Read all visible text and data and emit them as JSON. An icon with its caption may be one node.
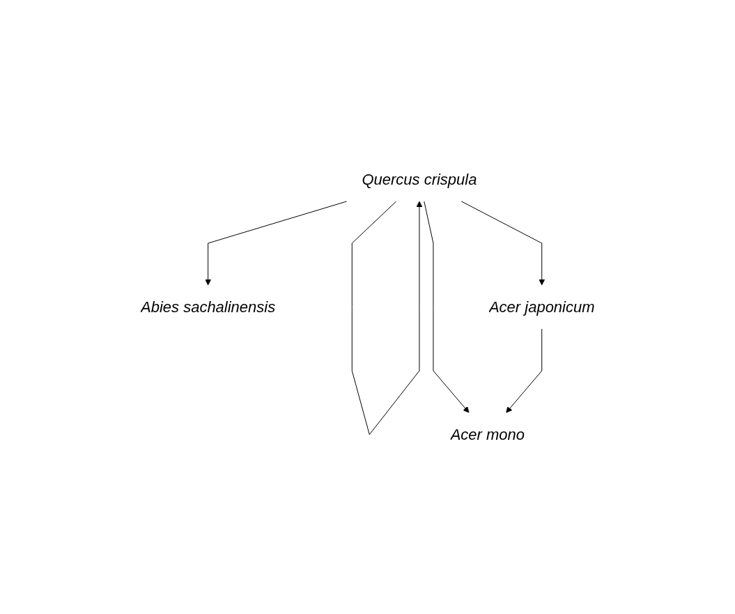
{
  "diagram": {
    "nodes": [
      {
        "text": [
          "Quercus crispula"
        ]
      },
      {
        "text": [
          "Acer mono"
        ]
      },
      {
        "text": [
          "Abies sachalinensis"
        ]
      },
      {
        "text": [
          "Acer japonicum"
        ]
      }
    ],
    "edges": [
      {
        "from": 0,
        "to": 0,
        "arrow": "to"
      },
      {
        "from": 0,
        "to": 1,
        "arrow": "to"
      },
      {
        "from": 0,
        "to": 3,
        "arrow": "to"
      },
      {
        "from": 0,
        "to": 2,
        "arrow": "to"
      },
      {
        "from": 3,
        "to": 1,
        "arrow": "to"
      }
    ]
  }
}
